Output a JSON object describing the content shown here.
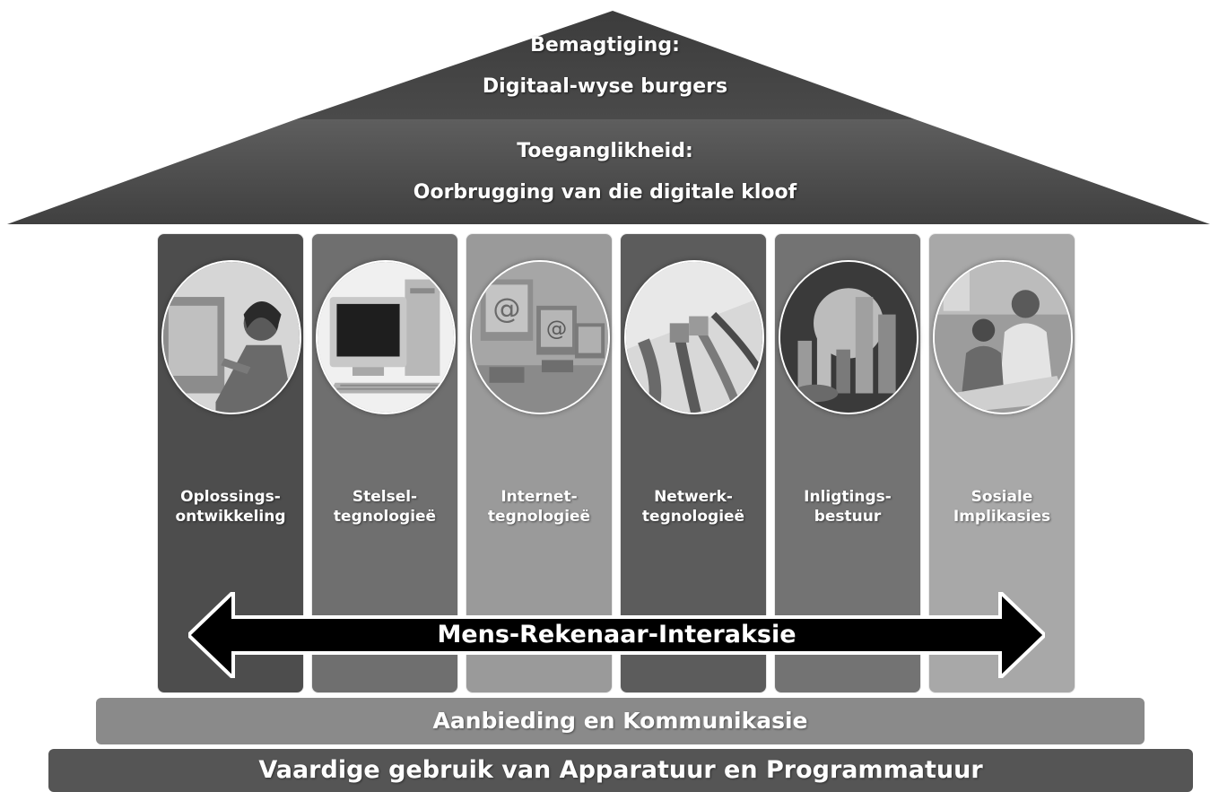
{
  "roof": {
    "top_heading": "Bemagtiging:",
    "top_subheading": "Digitaal-wyse burgers",
    "bottom_heading": "Toeganglikheid:",
    "bottom_subheading": "Oorbrugging van die digitale kloof"
  },
  "pillars": [
    {
      "line1": "Oplossings-",
      "line2": "ontwikkeling",
      "color": "#4d4d4d",
      "photo": "woman-at-monitor"
    },
    {
      "line1": "Stelsel-",
      "line2": "tegnologieë",
      "color": "#6f6f6f",
      "photo": "desktop-computer"
    },
    {
      "line1": "Internet-",
      "line2": "tegnologieë",
      "color": "#9a9a9a",
      "photo": "at-sign-monitors"
    },
    {
      "line1": "Netwerk-",
      "line2": "tegnologieë",
      "color": "#5c5c5c",
      "photo": "network-cables"
    },
    {
      "line1": "Inligtings-",
      "line2": "bestuur",
      "color": "#737373",
      "photo": "bar-chart"
    },
    {
      "line1": "Sosiale",
      "line2": "Implikasies",
      "color": "#a8a8a8",
      "photo": "people-at-computer"
    }
  ],
  "arrow": {
    "label": "Mens-Rekenaar-Interaksie"
  },
  "foundation": {
    "step1": "Aanbieding en Kommunikasie",
    "step2": "Vaardige gebruik van Apparatuur en Programmatuur"
  }
}
